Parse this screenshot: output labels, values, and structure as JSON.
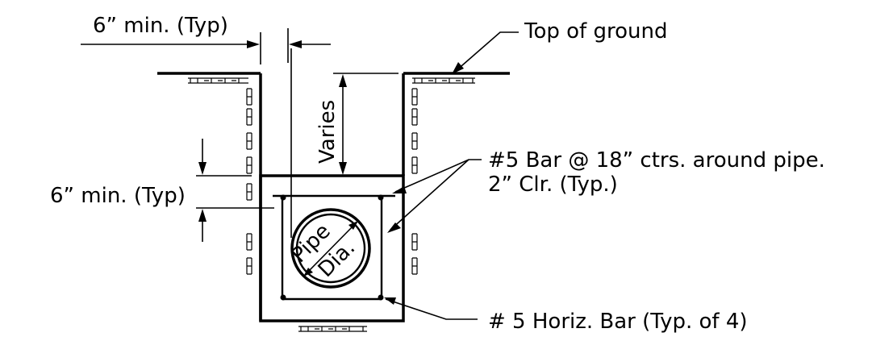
{
  "labels": {
    "top_min": "6” min. (Typ)",
    "top_of_ground": "Top of ground",
    "varies": "Varies",
    "bar_spacing": "#5 Bar @ 18” ctrs. around pipe.",
    "clearance": "2” Clr. (Typ.)",
    "side_min": "6” min. (Typ)",
    "pipe": "Pipe",
    "dia": "Dia.",
    "horiz_bar": "# 5 Horiz. Bar (Typ. of 4)"
  }
}
